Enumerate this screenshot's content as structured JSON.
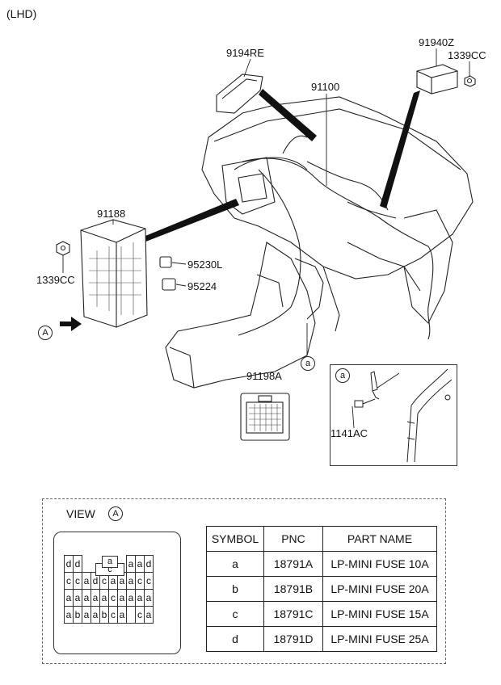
{
  "header": {
    "title": "(LHD)"
  },
  "labels": {
    "p9194RE": "9194RE",
    "p91940Z": "91940Z",
    "p1339CC_top": "1339CC",
    "p91100": "91100",
    "p91188": "91188",
    "p95230L": "95230L",
    "p95224": "95224",
    "p1339CC_left": "1339CC",
    "p91198A": "91198A",
    "p1141AC": "1141AC"
  },
  "markers": {
    "A": "A",
    "a": "a"
  },
  "view": {
    "label": "VIEW",
    "marker": "A"
  },
  "fuse_grid": {
    "rows": [
      [
        "d",
        "d",
        "",
        "",
        "",
        "",
        "",
        "a",
        "a",
        "d"
      ],
      [
        "c",
        "c",
        "a",
        "d",
        "c",
        "a",
        "a",
        "a",
        "c",
        "c"
      ],
      [
        "a",
        "a",
        "a",
        "a",
        "a",
        "c",
        "a",
        "a",
        "a",
        "a"
      ],
      [
        "a",
        "b",
        "a",
        "a",
        "b",
        "c",
        "a",
        "",
        "c",
        "a"
      ]
    ],
    "center_top": "a",
    "center_bottom": "c"
  },
  "parts_table": {
    "headers": [
      "SYMBOL",
      "PNC",
      "PART NAME"
    ],
    "rows": [
      [
        "a",
        "18791A",
        "LP-MINI FUSE 10A"
      ],
      [
        "b",
        "18791B",
        "LP-MINI FUSE 20A"
      ],
      [
        "c",
        "18791C",
        "LP-MINI FUSE 15A"
      ],
      [
        "d",
        "18791D",
        "LP-MINI FUSE 25A"
      ]
    ]
  }
}
